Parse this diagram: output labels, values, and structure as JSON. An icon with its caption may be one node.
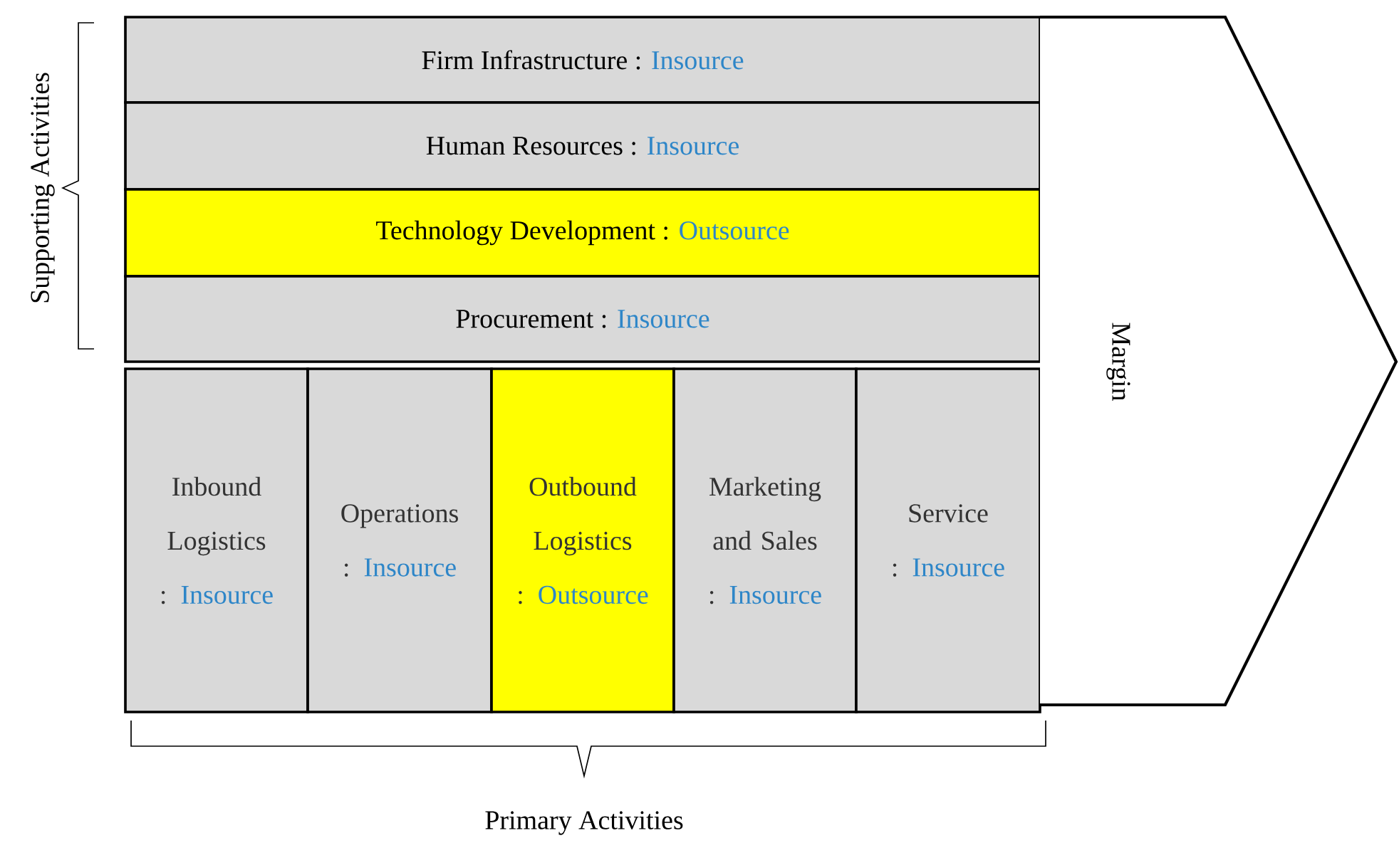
{
  "diagram": {
    "nodes": [
      {
        "text": [
          "Firm Infrastructure",
          ":",
          "Insource"
        ]
      },
      {
        "text": [
          "Human Resources",
          ":",
          "Insource"
        ]
      },
      {
        "text": [
          "Technology Development",
          ":",
          "Outsource"
        ]
      },
      {
        "text": [
          "Procurement",
          ":",
          "Insource"
        ]
      },
      {
        "text": [
          "Inbound Logistics",
          ":",
          "Insource"
        ]
      },
      {
        "text": [
          "Operations",
          ":",
          "Insource"
        ]
      },
      {
        "text": [
          "Outbound Logistics",
          ":",
          "Outsource"
        ]
      },
      {
        "text": [
          "Marketing and Sales",
          ":",
          "Insource"
        ]
      },
      {
        "text": [
          "Service",
          ":",
          "Insource"
        ]
      },
      {
        "text": [
          "Margin"
        ]
      }
    ],
    "labels": [
      "Supporting Activities",
      "Primary Activities"
    ]
  }
}
